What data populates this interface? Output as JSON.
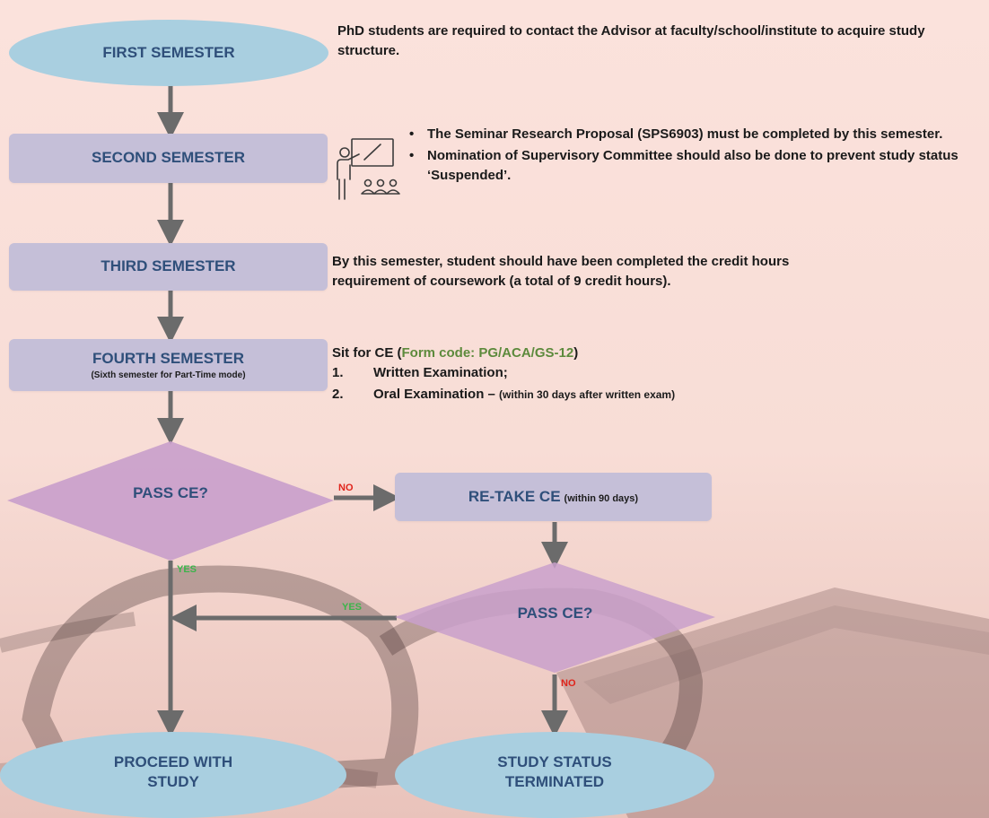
{
  "nodes": {
    "first_semester": "FIRST SEMESTER",
    "second_semester": "SECOND SEMESTER",
    "third_semester": "THIRD SEMESTER",
    "fourth_semester": "FOURTH SEMESTER",
    "fourth_semester_sub": "(Sixth semester for Part-Time mode)",
    "pass_ce_1": "PASS CE?",
    "retake_ce": "RE-TAKE CE",
    "retake_ce_sub": "(within 90 days)",
    "pass_ce_2": "PASS CE?",
    "proceed_line1": "PROCEED WITH",
    "proceed_line2": "STUDY",
    "terminated_line1": "STUDY STATUS",
    "terminated_line2": "TERMINATED"
  },
  "notes": {
    "first": "PhD students are required to contact the Advisor at faculty/school/institute to acquire study structure.",
    "second_bullets": [
      "The Seminar Research Proposal (SPS6903) must be completed by this semester.",
      "Nomination of Supervisory Committee should also be done to prevent study status ‘Suspended’."
    ],
    "third": "By this semester, student should have been completed the credit hours requirement of coursework (a total of 9 credit hours).",
    "fourth": {
      "intro_prefix": "Sit for CE (",
      "form_code": "Form code: PG/ACA/GS-12",
      "intro_suffix": ")",
      "items": [
        {
          "num": "1.",
          "text": "Written Examination;",
          "detail": ""
        },
        {
          "num": "2.",
          "text": "Oral Examination – ",
          "detail": "(within 30 days after written exam)"
        }
      ]
    }
  },
  "labels": {
    "no_1": "NO",
    "yes_1": "YES",
    "yes_2": "YES",
    "no_2": "NO"
  },
  "icons": {
    "presentation": "teacher-presentation-icon"
  },
  "colors": {
    "ellipse": "#a9cfe0",
    "rect": "#c5bfd8",
    "diamond": "#c9a0cb",
    "arrow": "#6b6b6b",
    "no": "#e0241b",
    "yes": "#3bb54a",
    "form_code": "#5d8a3c",
    "node_text": "#2f4f7a"
  }
}
